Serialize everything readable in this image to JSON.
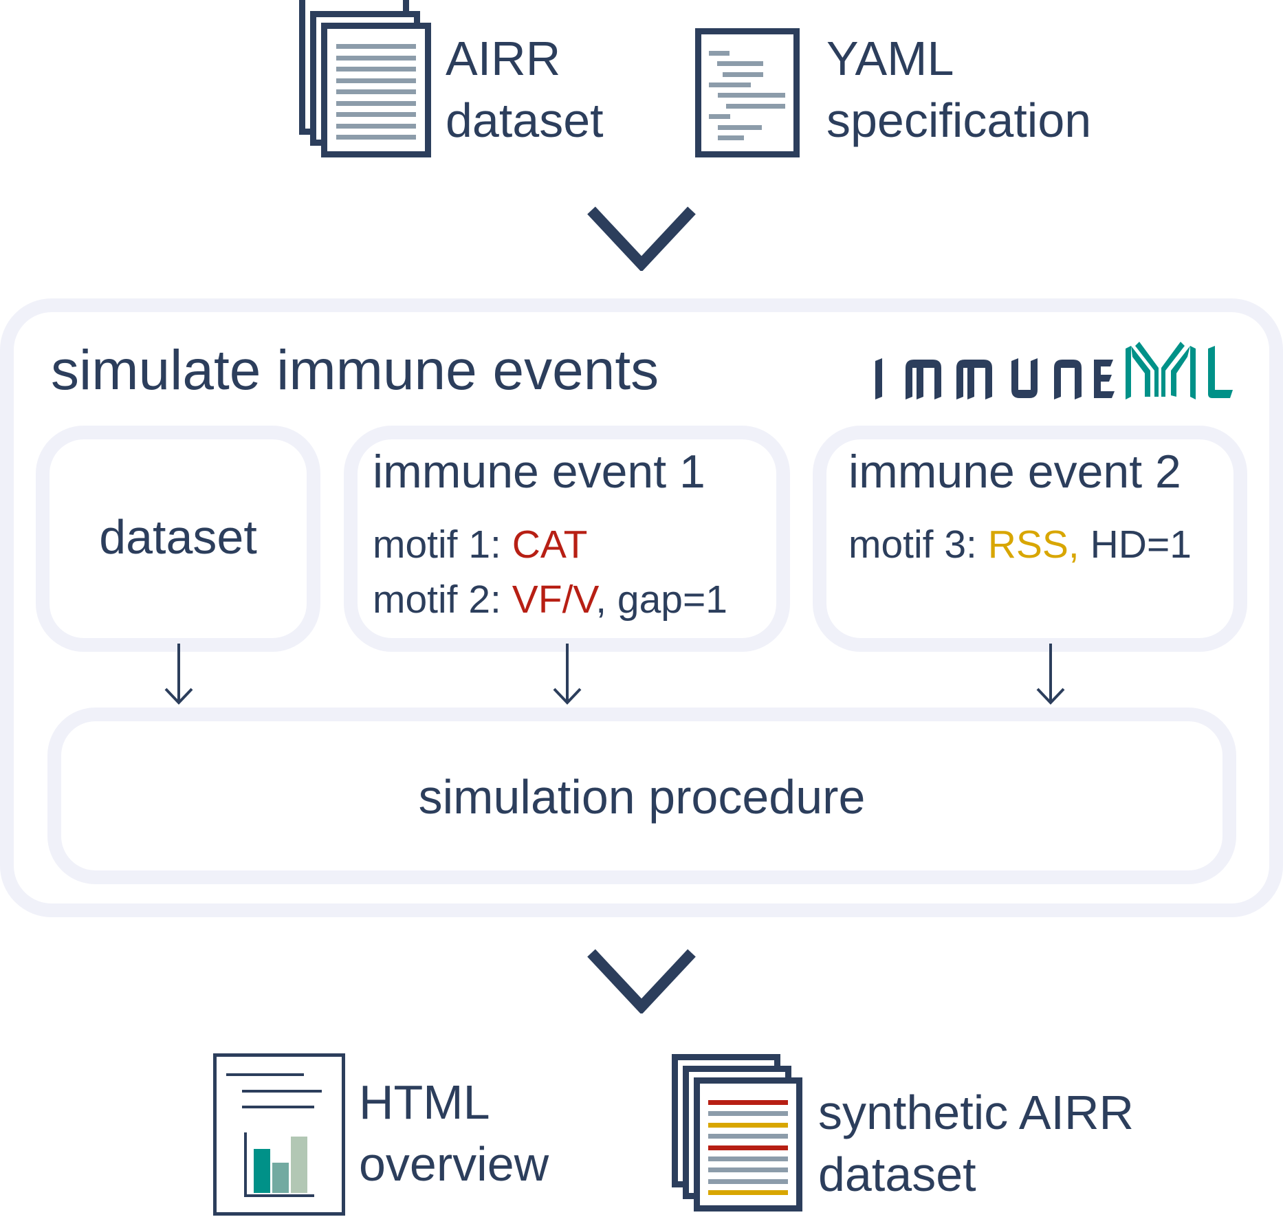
{
  "inputs": {
    "airr_dataset": {
      "line1": "AIRR",
      "line2": "dataset",
      "icon": "stacked-documents-icon"
    },
    "yaml_spec": {
      "line1": "YAML",
      "line2": "specification",
      "icon": "yaml-document-icon"
    }
  },
  "main": {
    "title": "simulate immune events",
    "logo": {
      "part1": "immune",
      "part2": "ML",
      "colors": {
        "text": "#2c3e5c",
        "accent": "#009188"
      }
    },
    "dataset_box": {
      "label": "dataset"
    },
    "event1": {
      "title": "immune event 1",
      "motifs": [
        {
          "prefix": "motif 1: ",
          "value": "CAT",
          "suffix": "",
          "value_color": "#b71f14"
        },
        {
          "prefix": "motif 2: ",
          "value": "VF/V",
          "suffix": ", gap=1",
          "value_color": "#b71f14"
        }
      ]
    },
    "event2": {
      "title": "immune event 2",
      "motifs": [
        {
          "prefix": "motif 3: ",
          "value": "RSS,",
          "suffix": " HD=1",
          "value_color": "#d8a600"
        }
      ]
    },
    "procedure": {
      "label": "simulation procedure"
    }
  },
  "outputs": {
    "html_overview": {
      "line1": "HTML",
      "line2": "overview",
      "icon": "report-chart-icon",
      "bar_colors": [
        "#009188",
        "#72aaa1",
        "#b2c7b4"
      ]
    },
    "synthetic_dataset": {
      "line1": "synthetic AIRR",
      "line2": "dataset",
      "icon": "stacked-documents-colored-icon",
      "line_colors": [
        "#b71f14",
        "#8c9caa",
        "#d8a600",
        "#8c9caa",
        "#b71f14",
        "#8c9caa",
        "#8c9caa",
        "#8c9caa",
        "#d8a600"
      ]
    }
  },
  "colors": {
    "primary": "#2c3e5c",
    "box_border": "#f0f1f9",
    "red": "#b71f14",
    "yellow": "#d8a600",
    "teal": "#009188",
    "gray_line": "#8c9caa"
  }
}
